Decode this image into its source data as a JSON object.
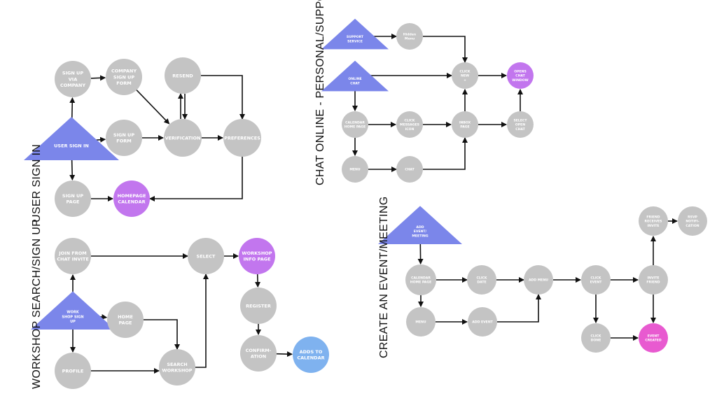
{
  "colors": {
    "gray": "#c4c4c4",
    "blue_triangle": "#7b86ea",
    "purple": "#c276ee",
    "pink": "#e85ad0",
    "light_blue": "#7fb2ef",
    "arrow": "#111111",
    "text_on_shape": "#ffffff"
  },
  "sections": {
    "user_sign_in": "USER SIGN IN",
    "workshop": "WORKSHOP  SEARCH/SIGN UP",
    "chat": "CHAT ONLINE - PERSONAL/SUPPORT",
    "event": "CREATE AN EVENT/MEETING"
  },
  "nodes": {
    "user_sign_in_start": {
      "lines": [
        "USER SIGN IN"
      ],
      "shape": "triangle",
      "color": "blue_triangle"
    },
    "sign_up_via_company": {
      "lines": [
        "SIGN UP",
        "VIA",
        "COMPANY"
      ],
      "shape": "circle",
      "color": "gray"
    },
    "company_sign_up_form": {
      "lines": [
        "COMPANY",
        "SIGN UP",
        "FORM"
      ],
      "shape": "circle",
      "color": "gray"
    },
    "resend": {
      "lines": [
        "RESEND"
      ],
      "shape": "circle",
      "color": "gray"
    },
    "sign_up_form": {
      "lines": [
        "SIGN UP",
        "FORM"
      ],
      "shape": "circle",
      "color": "gray"
    },
    "verification": {
      "lines": [
        "VERIFICATION"
      ],
      "shape": "circle",
      "color": "gray"
    },
    "preferences": {
      "lines": [
        "PREFERENCES"
      ],
      "shape": "circle",
      "color": "gray"
    },
    "sign_up_page": {
      "lines": [
        "SIGN UP",
        "PAGE"
      ],
      "shape": "circle",
      "color": "gray"
    },
    "homepage_calendar": {
      "lines": [
        "HOMEPAGE",
        "CALENDAR"
      ],
      "shape": "circle",
      "color": "purple"
    },
    "workshop_sign_up": {
      "lines": [
        "WORK",
        "SHOP SIGN",
        "UP"
      ],
      "shape": "triangle",
      "color": "blue_triangle"
    },
    "join_from_chat_invite": {
      "lines": [
        "JOIN FROM",
        "CHAT INVITE"
      ],
      "shape": "circle",
      "color": "gray"
    },
    "select_ws": {
      "lines": [
        "SELECT"
      ],
      "shape": "circle",
      "color": "gray"
    },
    "workshop_info_page": {
      "lines": [
        "WORKSHOP",
        "INFO PAGE"
      ],
      "shape": "circle",
      "color": "purple"
    },
    "home_page": {
      "lines": [
        "HOME",
        "PAGE"
      ],
      "shape": "circle",
      "color": "gray"
    },
    "register": {
      "lines": [
        "REGISTER"
      ],
      "shape": "circle",
      "color": "gray"
    },
    "profile": {
      "lines": [
        "PROFILE"
      ],
      "shape": "circle",
      "color": "gray"
    },
    "search_workshop": {
      "lines": [
        "SEARCH",
        "WORKSHOP"
      ],
      "shape": "circle",
      "color": "gray"
    },
    "confirmation": {
      "lines": [
        "CONFIRM-",
        "ATION"
      ],
      "shape": "circle",
      "color": "gray"
    },
    "adds_to_calendar": {
      "lines": [
        "ADDS TO",
        "CALENDAR"
      ],
      "shape": "circle",
      "color": "light_blue"
    },
    "support_service": {
      "lines": [
        "SUPPORT",
        "SERVICE"
      ],
      "shape": "triangle",
      "color": "blue_triangle"
    },
    "hidden_menu": {
      "lines": [
        "Hidden",
        "Menu"
      ],
      "shape": "circle",
      "color": "gray"
    },
    "online_chat": {
      "lines": [
        "ONLINE",
        "CHAT"
      ],
      "shape": "triangle",
      "color": "blue_triangle"
    },
    "click_new": {
      "lines": [
        "CLICK",
        "NEW",
        "+"
      ],
      "shape": "circle",
      "color": "gray"
    },
    "opens_chat_window": {
      "lines": [
        "OPENS",
        "CHAT",
        "WINDOW"
      ],
      "shape": "circle",
      "color": "purple"
    },
    "calendar_home_page_chat": {
      "lines": [
        "CALENDAR",
        "HOME PAGE"
      ],
      "shape": "circle",
      "color": "gray"
    },
    "click_messages_icon": {
      "lines": [
        "CLICK",
        "MESSAGES",
        "ICON"
      ],
      "shape": "circle",
      "color": "gray"
    },
    "inbox_page": {
      "lines": [
        "INBOX",
        "PAGE"
      ],
      "shape": "circle",
      "color": "gray"
    },
    "select_open_chat": {
      "lines": [
        "SELECT",
        "OPEN",
        "CHAT"
      ],
      "shape": "circle",
      "color": "gray"
    },
    "menu_chat": {
      "lines": [
        "MENU"
      ],
      "shape": "circle",
      "color": "gray"
    },
    "chat": {
      "lines": [
        "CHAT"
      ],
      "shape": "circle",
      "color": "gray"
    },
    "add_event_meeting": {
      "lines": [
        "ADD",
        "EVENT/",
        "MEETING"
      ],
      "shape": "triangle",
      "color": "blue_triangle"
    },
    "friend_receives_invite": {
      "lines": [
        "FRIEND",
        "RECEIVES",
        "INVITE"
      ],
      "shape": "circle",
      "color": "gray"
    },
    "rsvp_notification": {
      "lines": [
        "RSVP",
        "NOTIFI-",
        "CATION"
      ],
      "shape": "circle",
      "color": "gray"
    },
    "calendar_home_page_ev": {
      "lines": [
        "CALENDAR",
        "HOME PAGE"
      ],
      "shape": "circle",
      "color": "gray"
    },
    "click_date": {
      "lines": [
        "CLICK",
        "DATE"
      ],
      "shape": "circle",
      "color": "gray"
    },
    "add_menu": {
      "lines": [
        "ADD MENU"
      ],
      "shape": "circle",
      "color": "gray"
    },
    "click_event": {
      "lines": [
        "CLICK",
        "EVENT"
      ],
      "shape": "circle",
      "color": "gray"
    },
    "invite_friend": {
      "lines": [
        "INVITE",
        "FRIEND"
      ],
      "shape": "circle",
      "color": "gray"
    },
    "menu_ev": {
      "lines": [
        "MENU"
      ],
      "shape": "circle",
      "color": "gray"
    },
    "add_event": {
      "lines": [
        "ADD EVENT"
      ],
      "shape": "circle",
      "color": "gray"
    },
    "click_done": {
      "lines": [
        "CLICK",
        "DONE"
      ],
      "shape": "circle",
      "color": "gray"
    },
    "event_created": {
      "lines": [
        "EVENT",
        "CREATED"
      ],
      "shape": "circle",
      "color": "pink"
    }
  },
  "edges": [
    [
      "user_sign_in_start",
      "sign_up_via_company"
    ],
    [
      "user_sign_in_start",
      "sign_up_form"
    ],
    [
      "user_sign_in_start",
      "sign_up_page"
    ],
    [
      "sign_up_via_company",
      "company_sign_up_form"
    ],
    [
      "company_sign_up_form",
      "verification"
    ],
    [
      "sign_up_form",
      "verification"
    ],
    [
      "verification",
      "resend"
    ],
    [
      "resend",
      "verification"
    ],
    [
      "resend",
      "preferences"
    ],
    [
      "verification",
      "preferences"
    ],
    [
      "preferences",
      "homepage_calendar"
    ],
    [
      "sign_up_page",
      "homepage_calendar"
    ],
    [
      "workshop_sign_up",
      "join_from_chat_invite"
    ],
    [
      "workshop_sign_up",
      "home_page"
    ],
    [
      "workshop_sign_up",
      "profile"
    ],
    [
      "join_from_chat_invite",
      "select_ws"
    ],
    [
      "home_page",
      "search_workshop"
    ],
    [
      "profile",
      "search_workshop"
    ],
    [
      "search_workshop",
      "select_ws"
    ],
    [
      "select_ws",
      "workshop_info_page"
    ],
    [
      "workshop_info_page",
      "register"
    ],
    [
      "register",
      "confirmation"
    ],
    [
      "confirmation",
      "adds_to_calendar"
    ],
    [
      "support_service",
      "hidden_menu"
    ],
    [
      "hidden_menu",
      "click_new"
    ],
    [
      "online_chat",
      "click_new"
    ],
    [
      "online_chat",
      "calendar_home_page_chat"
    ],
    [
      "click_new",
      "opens_chat_window"
    ],
    [
      "calendar_home_page_chat",
      "click_messages_icon"
    ],
    [
      "calendar_home_page_chat",
      "menu_chat"
    ],
    [
      "click_messages_icon",
      "inbox_page"
    ],
    [
      "inbox_page",
      "click_new"
    ],
    [
      "inbox_page",
      "select_open_chat"
    ],
    [
      "select_open_chat",
      "opens_chat_window"
    ],
    [
      "menu_chat",
      "chat"
    ],
    [
      "chat",
      "inbox_page"
    ],
    [
      "add_event_meeting",
      "calendar_home_page_ev"
    ],
    [
      "calendar_home_page_ev",
      "click_date"
    ],
    [
      "calendar_home_page_ev",
      "menu_ev"
    ],
    [
      "click_date",
      "add_menu"
    ],
    [
      "menu_ev",
      "add_event"
    ],
    [
      "add_event",
      "add_menu"
    ],
    [
      "add_menu",
      "click_event"
    ],
    [
      "click_event",
      "invite_friend"
    ],
    [
      "click_event",
      "click_done"
    ],
    [
      "invite_friend",
      "friend_receives_invite"
    ],
    [
      "invite_friend",
      "event_created"
    ],
    [
      "click_done",
      "event_created"
    ],
    [
      "friend_receives_invite",
      "rsvp_notification"
    ]
  ]
}
